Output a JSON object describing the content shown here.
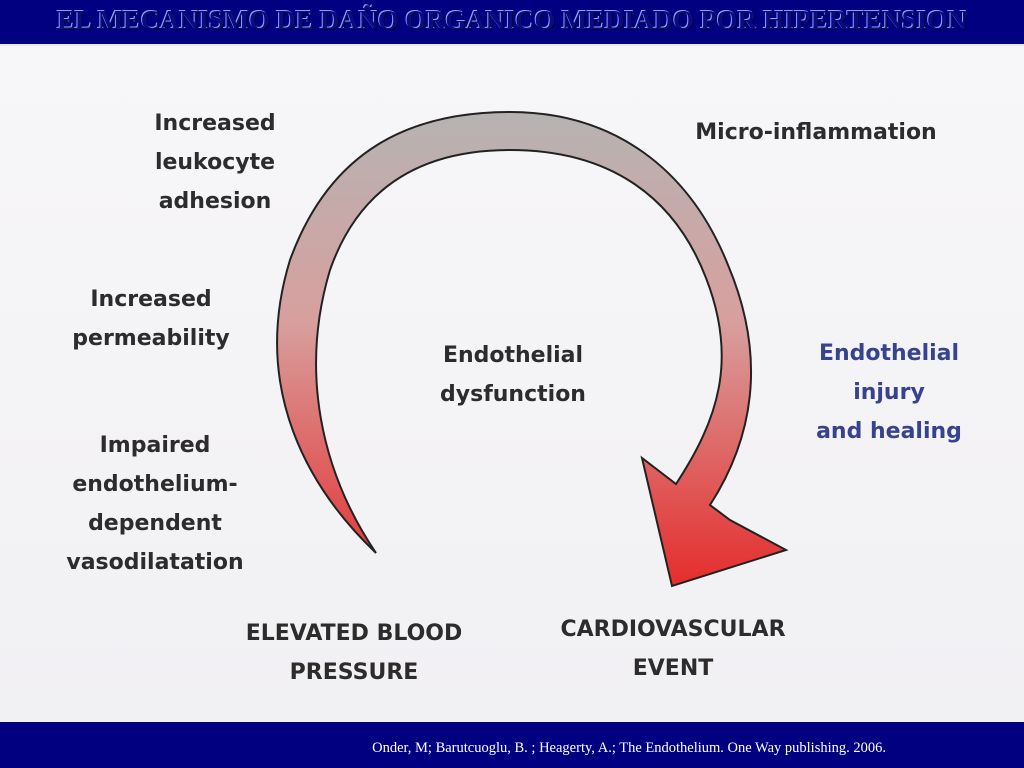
{
  "slide": {
    "title": "EL MECANISMO DE DAÑO ORGANICO MEDIADO POR HIPERTENSION",
    "citation": "Onder, M; Barutcuoglu, B. ; Heagerty, A.; The Endothelium. One Way publishing. 2006."
  },
  "diagram": {
    "labels": {
      "leukocyte": "Increased\nleukocyte\nadhesion",
      "permeability": "Increased\npermeability",
      "vasodilatation": "Impaired\nendothelium-\ndependent\nvasodilatation",
      "center": "Endothelial\ndysfunction",
      "inflammation": "Micro-inflammation",
      "injury": "Endothelial injury\nand healing",
      "start": "ELEVATED BLOOD\nPRESSURE",
      "end": "CARDIOVASCULAR\nEVENT"
    },
    "colors": {
      "arrow_top": "#b4b4b4",
      "arrow_bottom": "#e52b2b",
      "text": "#2c2c2c",
      "highlight_text": "#36438f",
      "banner": "#000080"
    }
  }
}
